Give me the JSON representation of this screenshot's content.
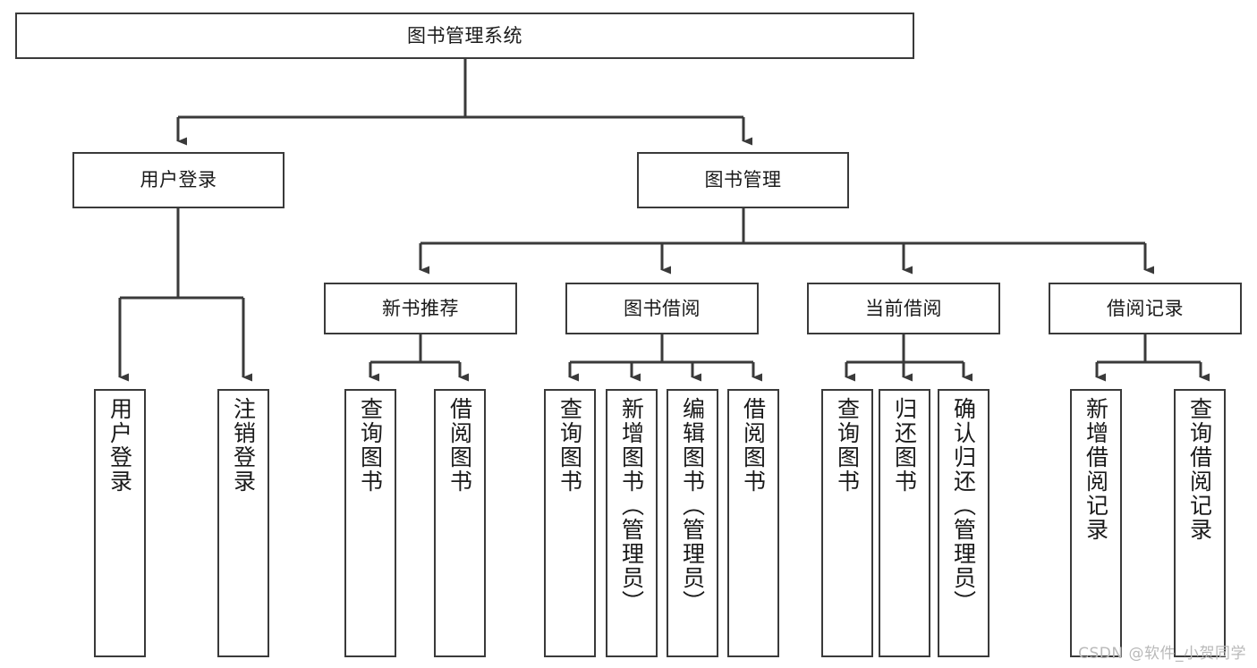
{
  "diagram": {
    "title": "图书管理系统",
    "type": "tree-hierarchy-chart",
    "watermark": "CSDN @软件_小贺同学",
    "colors": {
      "background": "#ffffff",
      "node_border": "#3a3a3a",
      "node_fill": "#ffffff",
      "connector": "#3a3a3a",
      "text": "#1a1a1a",
      "watermark": "#b9b9b9"
    },
    "levels": {
      "root": {
        "label": "图书管理系统"
      },
      "level2": [
        {
          "label": "用户登录"
        },
        {
          "label": "图书管理"
        }
      ],
      "level3": [
        {
          "label": "新书推荐"
        },
        {
          "label": "图书借阅"
        },
        {
          "label": "当前借阅"
        },
        {
          "label": "借阅记录"
        }
      ],
      "leaves": {
        "user_login": [
          {
            "label": "用户登录"
          },
          {
            "label": "注销登录"
          }
        ],
        "new_book_recommend": [
          {
            "label": "查询图书"
          },
          {
            "label": "借阅图书"
          }
        ],
        "book_borrow": [
          {
            "label": "查询图书"
          },
          {
            "label": "新增图书（管理员）"
          },
          {
            "label": "编辑图书（管理员）"
          },
          {
            "label": "借阅图书"
          }
        ],
        "current_borrow": [
          {
            "label": "查询图书"
          },
          {
            "label": "归还图书"
          },
          {
            "label": "确认归还（管理员）"
          }
        ],
        "borrow_record": [
          {
            "label": "新增借阅记录"
          },
          {
            "label": "查询借阅记录"
          }
        ]
      }
    }
  }
}
